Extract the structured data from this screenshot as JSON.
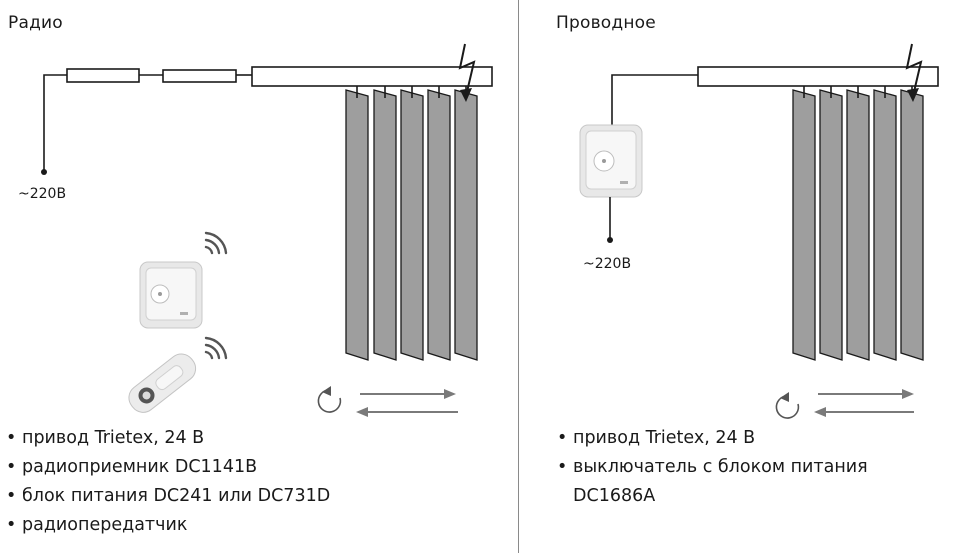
{
  "left": {
    "title": "Радио",
    "voltage": "~220В",
    "items": [
      "привод Trietex, 24 В",
      "радиоприемник DC1141В",
      "блок питания DC241 или DC731D",
      "радиопередатчик"
    ]
  },
  "right": {
    "title": "Проводное",
    "voltage": "~220В",
    "items": [
      "привод Trietex, 24 В",
      "выключатель с блоком питания",
      "DC1686A"
    ]
  },
  "colors": {
    "slat": "#9e9e9e",
    "stroke": "#1a1a1a",
    "arrow": "#7a7a7a",
    "divider": "#8a8a8a"
  },
  "icons": [
    "lightning-icon",
    "rotate-icon",
    "wireless-signal-icon",
    "wall-switch-icon",
    "remote-control-icon"
  ]
}
